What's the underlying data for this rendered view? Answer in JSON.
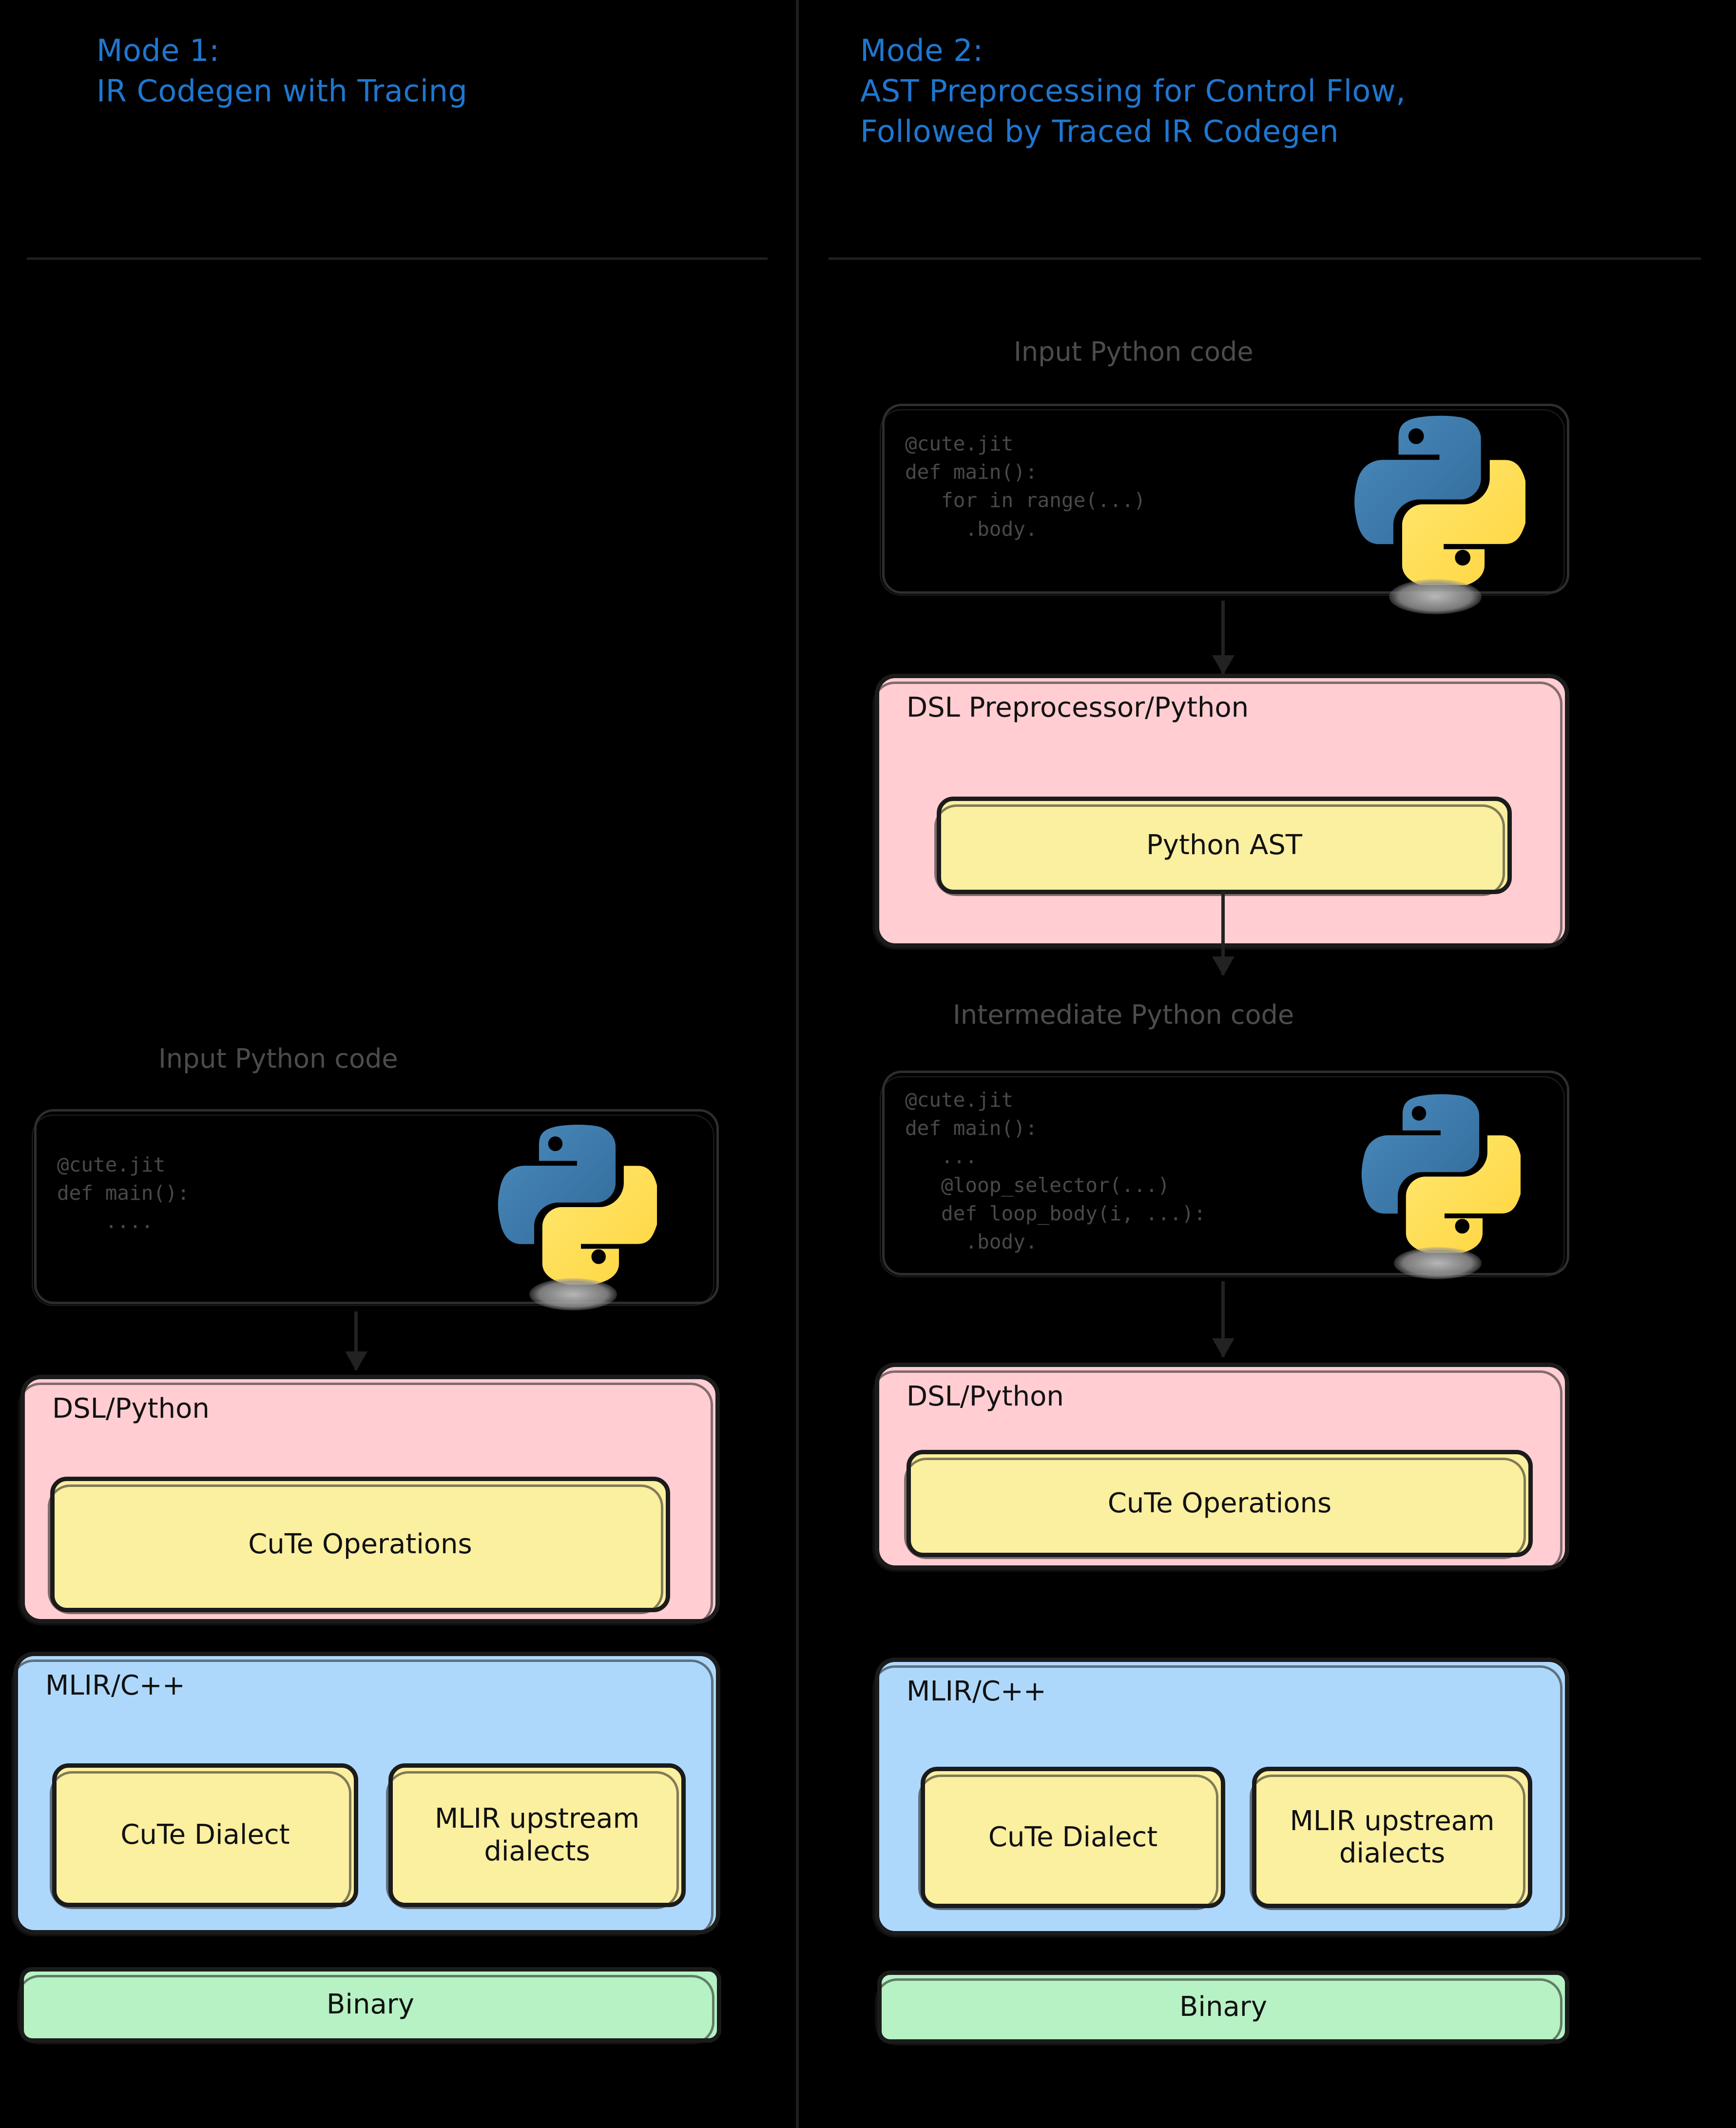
{
  "colors": {
    "background": "#000000",
    "title_blue": "#1f77d0",
    "pink": "#ffcdd2",
    "blue": "#aed8fb",
    "green": "#b6f2c4",
    "yellow": "#fbefa0",
    "stroke": "#1b1b1b",
    "code_text": "#494949",
    "caption": "#4c4c4c",
    "python_blue": "#366f9e",
    "python_yellow": "#ffd845"
  },
  "mode1": {
    "title": "Mode 1:\nIR Codegen with Tracing",
    "input_card": {
      "caption": "Input Python code",
      "code": "@cute.jit\ndef main():\n    ....",
      "logo_icon": "python-logo"
    },
    "dsl_block": {
      "title": "DSL/Python",
      "inner_label": "CuTe Operations"
    },
    "mlir_block": {
      "title": "MLIR/C++",
      "inner_left": "CuTe Dialect",
      "inner_right": "MLIR upstream dialects"
    },
    "binary_block": {
      "label": "Binary"
    }
  },
  "mode2": {
    "title": "Mode 2:\nAST Preprocessing for Control Flow,\nFollowed by Traced IR Codegen",
    "input_card": {
      "caption": "Input Python code",
      "code": "@cute.jit\ndef main():\n   for in range(...)\n     .body.",
      "logo_icon": "python-logo"
    },
    "preprocessor_block": {
      "title": "DSL Preprocessor/Python",
      "inner_label": "Python AST"
    },
    "intermediate_card": {
      "caption": "Intermediate Python code",
      "code": "@cute.jit\ndef main():\n   ...\n   @loop_selector(...)\n   def loop_body(i, ...):\n     .body.",
      "logo_icon": "python-logo"
    },
    "dsl_block": {
      "title": "DSL/Python",
      "inner_label": "CuTe Operations"
    },
    "mlir_block": {
      "title": "MLIR/C++",
      "inner_left": "CuTe Dialect",
      "inner_right": "MLIR upstream dialects"
    },
    "binary_block": {
      "label": "Binary"
    }
  }
}
